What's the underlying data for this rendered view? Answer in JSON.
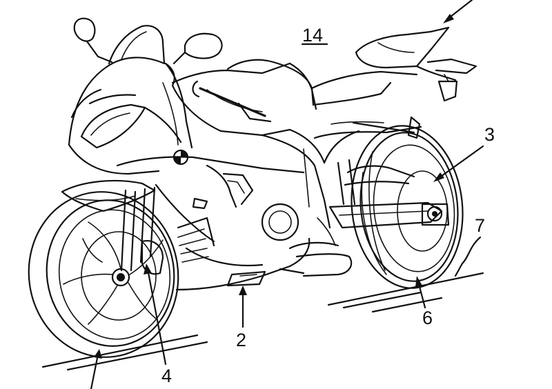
{
  "figure": {
    "reference_numerals": {
      "vehicle": "14",
      "rear_wheel": "3",
      "front_wheel": "4",
      "lower_body": "2",
      "rear_tire_contact": "6",
      "road_surface": "7"
    }
  },
  "colors": {
    "line": "#111111",
    "background": "#ffffff"
  }
}
